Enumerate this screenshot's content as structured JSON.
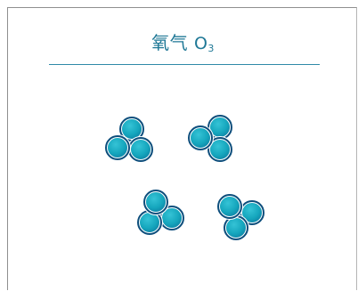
{
  "title": {
    "name": "氧气",
    "symbol": "O",
    "subscript": "3"
  },
  "molecules": [
    {
      "atoms": 3
    },
    {
      "atoms": 3
    },
    {
      "atoms": 3
    },
    {
      "atoms": 3
    }
  ],
  "colors": {
    "atom_fill": "#15a6bd",
    "atom_stroke": "#0d4e7c",
    "title": "#1f7896",
    "rule": "#2f8aa8"
  }
}
